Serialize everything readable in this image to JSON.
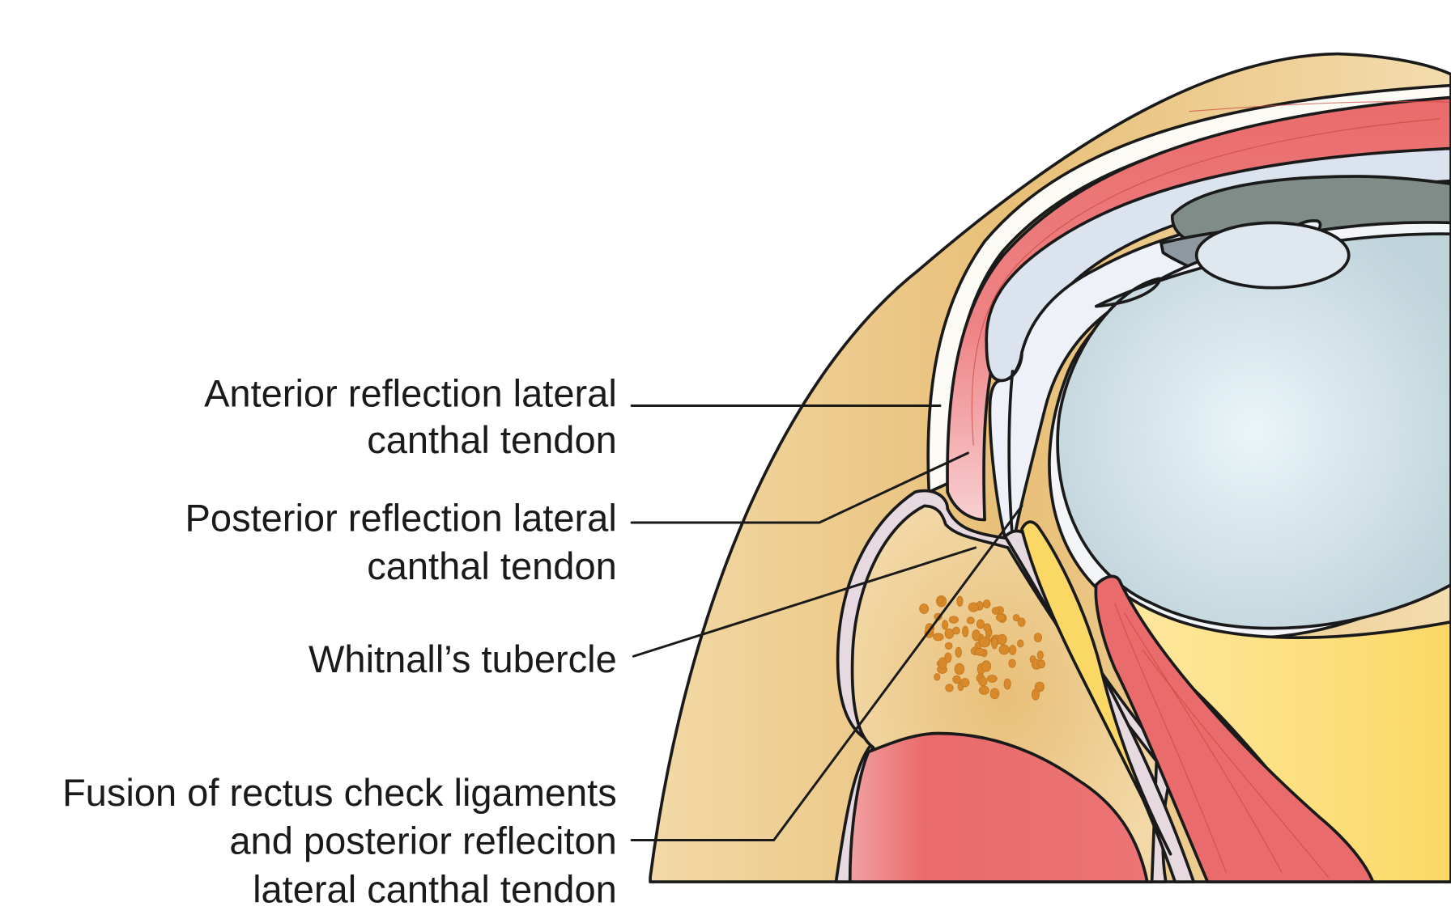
{
  "figure": {
    "title": "Lateral canthal tendon anatomy (axial section)",
    "labels": [
      {
        "id": "anterior",
        "lines": [
          "Anterior reflection lateral",
          "canthal tendon"
        ]
      },
      {
        "id": "posterior",
        "lines": [
          "Posterior reflection lateral",
          "canthal tendon"
        ]
      },
      {
        "id": "whitnall",
        "lines": [
          "Whitnall’s tubercle"
        ]
      },
      {
        "id": "fusion",
        "lines": [
          "Fusion of rectus check ligaments",
          "and posterior refleciton",
          "lateral canthal tendon"
        ]
      }
    ]
  },
  "colors": {
    "skin": "#f1d7a3",
    "skin_deep": "#e7be76",
    "muscle": "#ea6b6b",
    "muscle_light": "#f6c2c4",
    "sclera": "#dbe3ee",
    "conjunctiva": "#f3f5f9",
    "vitreous": "#c9dbe2",
    "vitreous_light": "#e6f2f6",
    "cornea_dark": "#7f8c88",
    "iris": "#8f97a0",
    "lens": "#dfe7ef",
    "fat": "#fbd865",
    "periosteum": "#e6d9e0",
    "bone_spot": "#d88a2a",
    "outline": "#1a1a1a"
  }
}
